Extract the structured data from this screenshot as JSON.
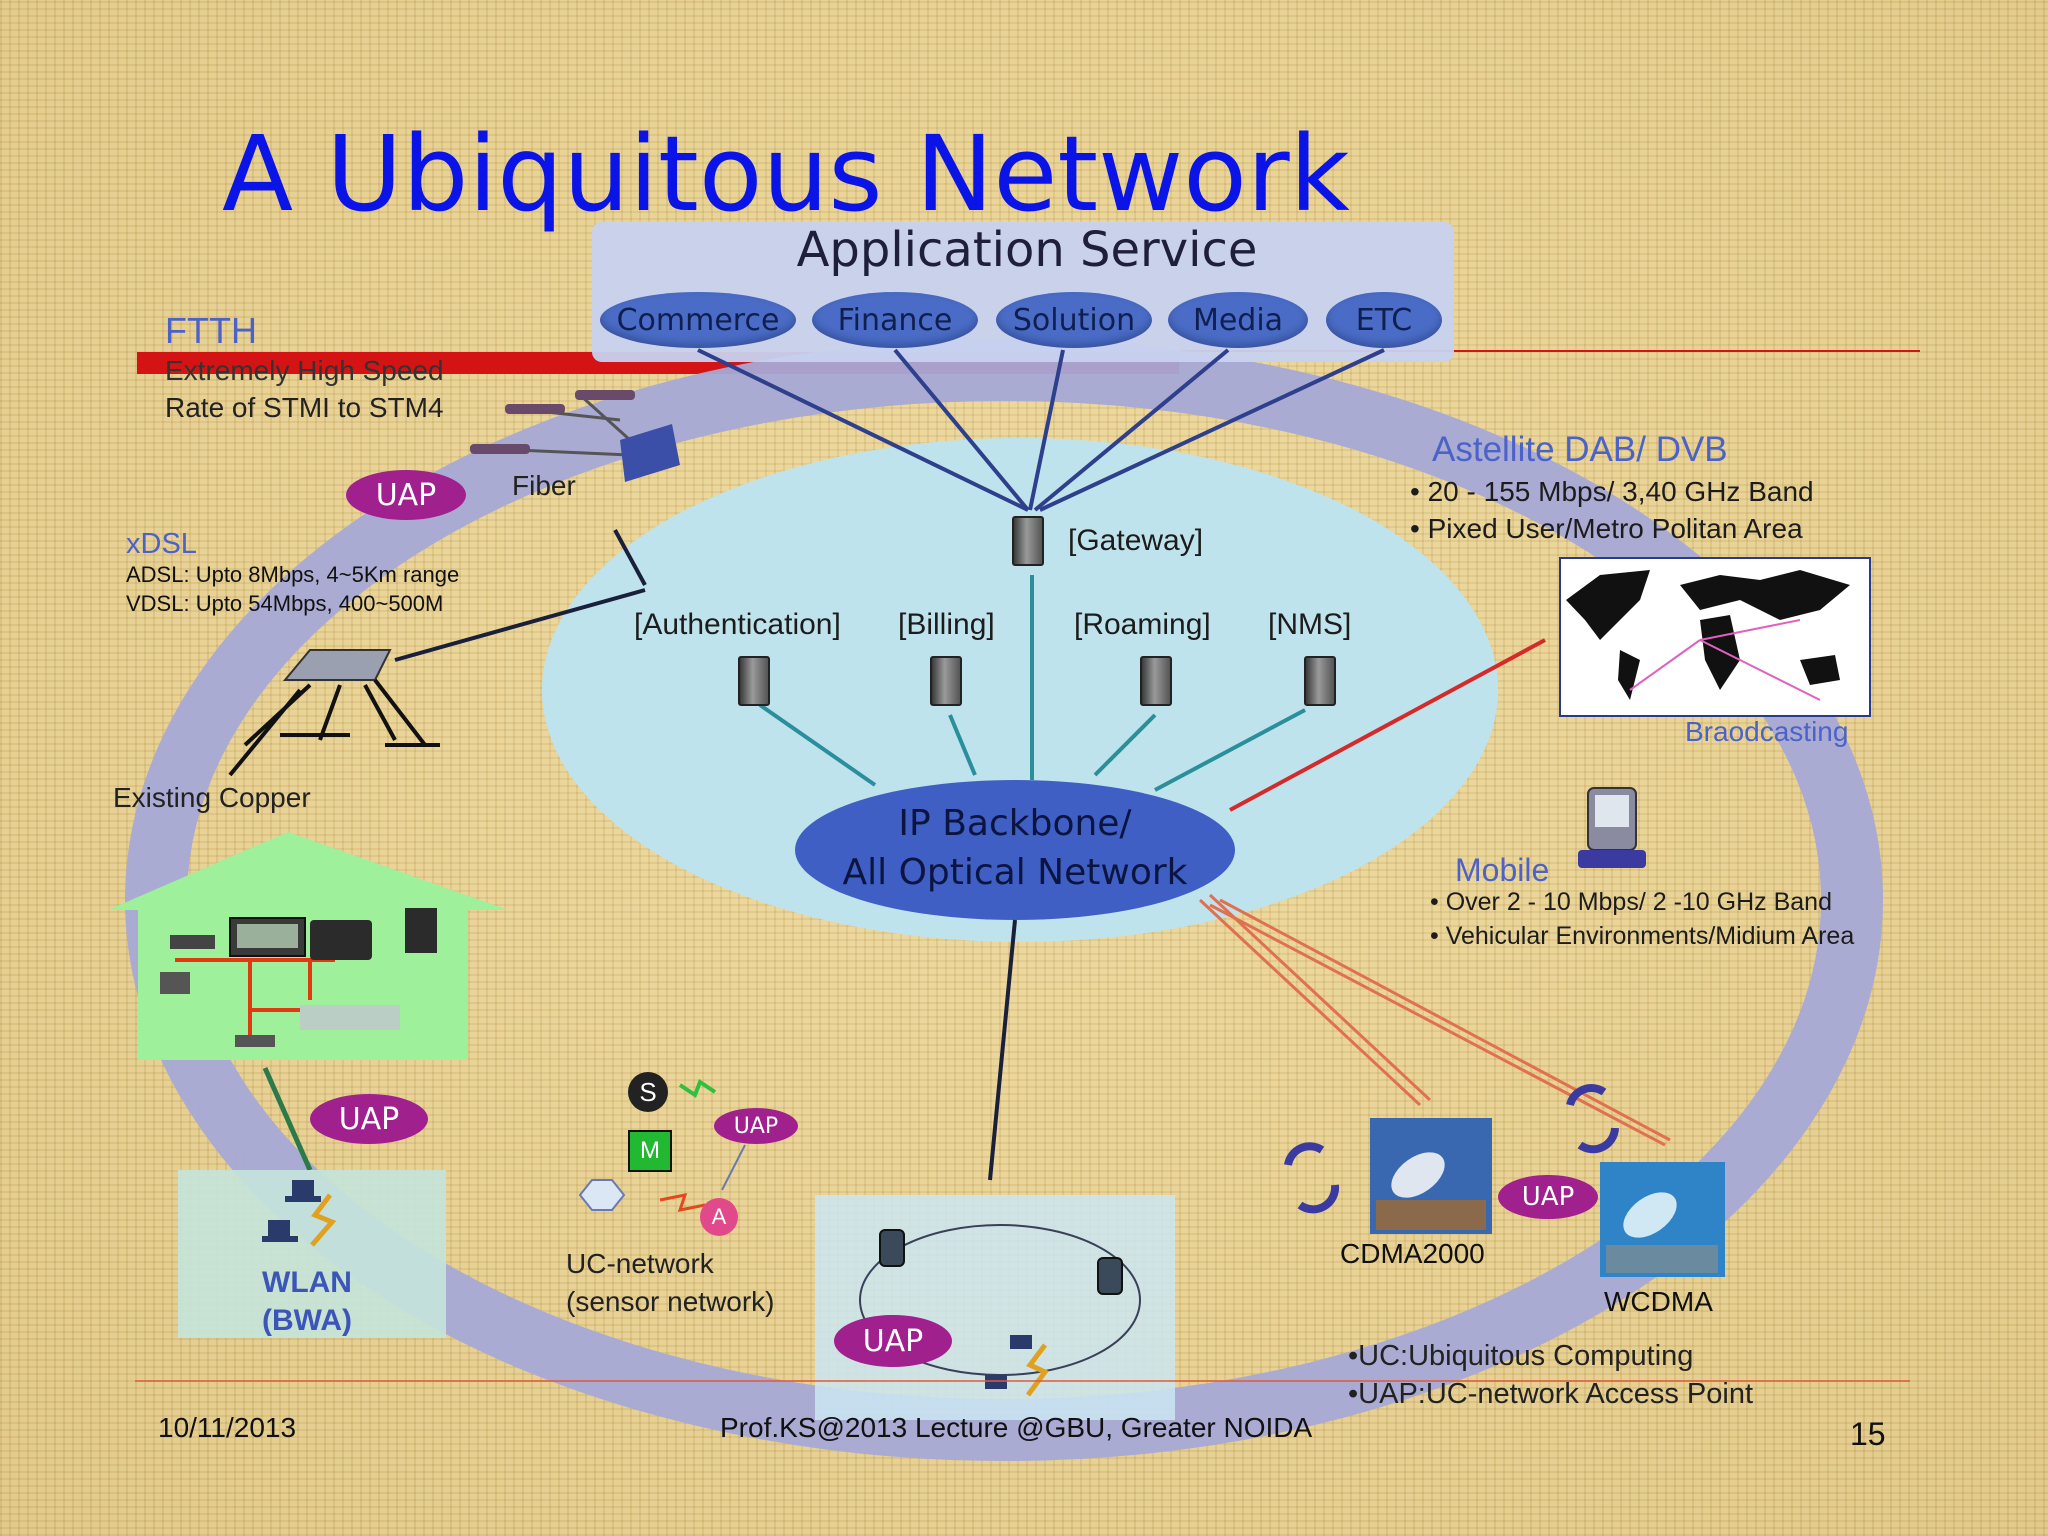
{
  "title": "A Ubiquitous Network",
  "application_service": {
    "title": "Application Service",
    "services": [
      "Commerce",
      "Finance",
      "Solution",
      "Media",
      "ETC"
    ]
  },
  "ftth": {
    "title": "FTTH",
    "line1": "Extremely High Speed",
    "line2": "Rate of STMI to STM4",
    "fiber": "Fiber"
  },
  "xdsl": {
    "title": "xDSL",
    "adsl": "ADSL: Upto 8Mbps, 4~5Km range",
    "vdsl": "VDSL: Upto  54Mbps, 400~500M",
    "copper": "Existing Copper"
  },
  "core": {
    "gateway": "[Gateway]",
    "servers": [
      "[Authentication]",
      "[Billing]",
      "[Roaming]",
      "[NMS]"
    ],
    "backbone_line1": "IP Backbone/",
    "backbone_line2": "All Optical Network"
  },
  "satellite": {
    "title": "Astellite DAB/ DVB",
    "bullet1": "20 - 155 Mbps/ 3,40 GHz Band",
    "bullet2": "Pixed User/Metro Politan Area",
    "broadcasting": "Braodcasting"
  },
  "mobile": {
    "title": "Mobile",
    "bullet1": "Over 2 - 10 Mbps/ 2 -10 GHz Band",
    "bullet2": "Vehicular Environments/Midium Area"
  },
  "uap_label": "UAP",
  "wlan": {
    "line1": "WLAN",
    "line2": "(BWA)"
  },
  "uc_network": {
    "line1": "UC-network",
    "line2": "(sensor network)",
    "node_s": "S",
    "node_m": "M",
    "node_a": "A"
  },
  "cellular": {
    "cdma": "CDMA2000",
    "wcdma": "WCDMA"
  },
  "legend": {
    "uc": "UC:Ubiquitous Computing",
    "uap": "UAP:UC-network Access Point"
  },
  "footer": {
    "date": "10/11/2013",
    "center": "Prof.KS@2013 Lecture @GBU,  Greater NOIDA",
    "page": "15"
  },
  "colors": {
    "title": "#0a14e6",
    "ring": "#a7a9d6",
    "inner_ellipse": "#bfe3ec",
    "backbone": "#3f5fc4",
    "uap": "#a0208e"
  }
}
